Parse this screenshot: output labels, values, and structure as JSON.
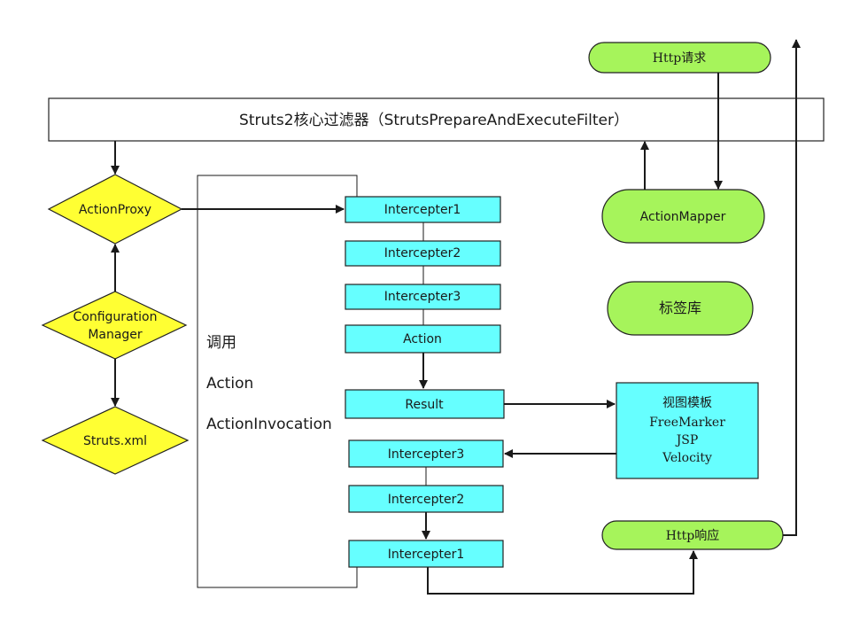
{
  "filter": {
    "label": "Struts2核心过滤器（StrutsPrepareAndExecuteFilter）"
  },
  "http_request": {
    "label": "Http请求"
  },
  "http_response": {
    "label": "Http响应"
  },
  "action_mapper": {
    "label": "ActionMapper"
  },
  "tag_library": {
    "label": "标签库"
  },
  "action_proxy": {
    "label": "ActionProxy"
  },
  "configuration_manager": {
    "line1": "Configuration",
    "line2": "Manager"
  },
  "struts_xml": {
    "label": "Struts.xml"
  },
  "invocation_panel": {
    "line1": "调用",
    "line2": "Action",
    "line3": "ActionInvocation"
  },
  "chain": {
    "interceptor1_in": "Intercepter1",
    "interceptor2_in": "Intercepter2",
    "interceptor3_in": "Intercepter3",
    "action": "Action",
    "result": "Result",
    "interceptor3_out": "Intercepter3",
    "interceptor2_out": "Intercepter2",
    "interceptor1_out": "Intercepter1"
  },
  "view_templates": {
    "title": "视图模板",
    "items": [
      "FreeMarker",
      "JSP",
      "Velocity"
    ]
  },
  "colors": {
    "cyan": "#66ffff",
    "yellow": "#ffff33",
    "green": "#a6f45b"
  }
}
